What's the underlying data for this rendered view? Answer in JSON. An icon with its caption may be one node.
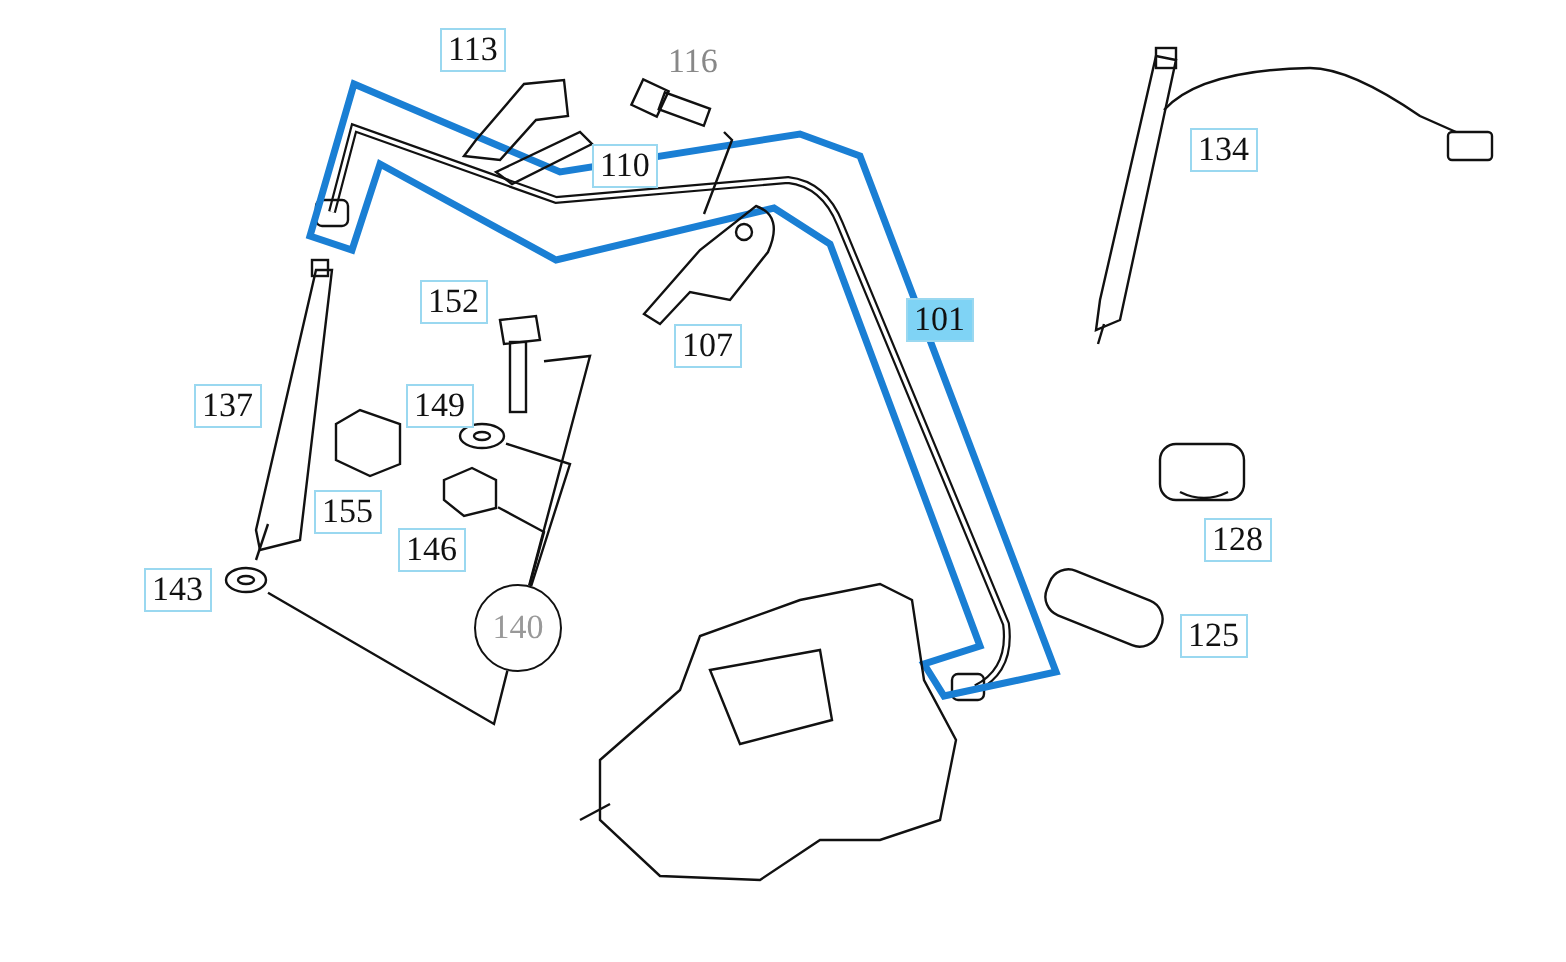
{
  "diagram": {
    "nodes": [
      {
        "text": [
          "140"
        ]
      },
      {
        "text": [],
        "shape": "picture"
      },
      {
        "text": [],
        "shape": "picture"
      },
      {
        "text": [],
        "shape": "picture"
      },
      {
        "text": [],
        "shape": "picture"
      }
    ],
    "edges": [
      {
        "from": 0,
        "to": 1,
        "arrow": "none"
      },
      {
        "from": 0,
        "to": 2,
        "arrow": "none"
      },
      {
        "from": 0,
        "to": 3,
        "arrow": "none"
      },
      {
        "from": 0,
        "to": 4,
        "arrow": "none"
      }
    ],
    "labels": [
      "113",
      "116",
      "110",
      "134",
      "152",
      "137",
      "101",
      "107",
      "149",
      "155",
      "146",
      "128",
      "143",
      "125"
    ]
  }
}
